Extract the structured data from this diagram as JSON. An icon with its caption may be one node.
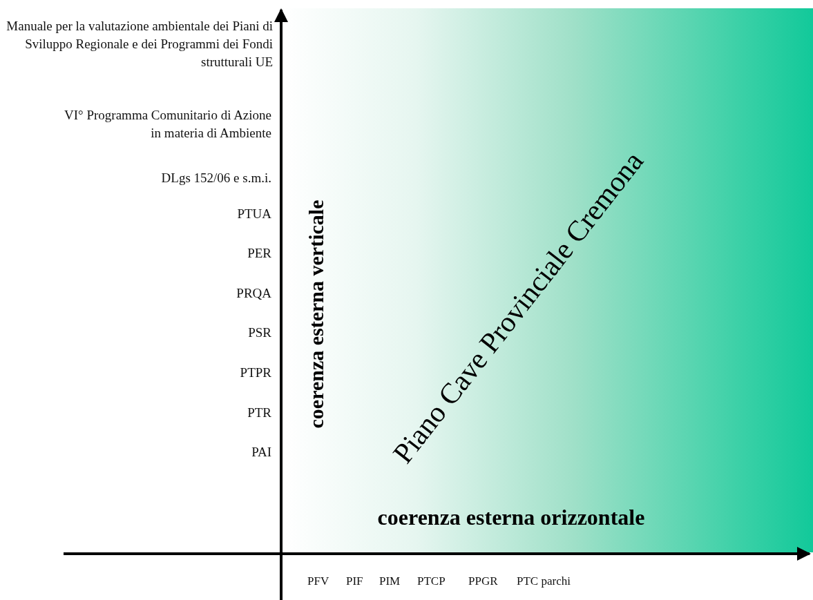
{
  "diagram": {
    "nodes": [
      {
        "text": [
          "coerenza esterna verticale",
          "Piano Cave Provinciale Cremona",
          "coerenza esterna orizzontale"
        ]
      }
    ],
    "edges": [],
    "labels": [
      "Manuale per la valutazione ambientale dei Piani di Sviluppo Regionale e dei Programmi dei Fondi strutturali UE",
      "VI° Programma Comunitario di Azione in materia di Ambiente",
      "DLgs 152/06 e s.m.i.",
      "PTUA",
      "PER",
      "PRQA",
      "PSR",
      "PTPR",
      "PTR",
      "PAI",
      "PFV",
      "PIF",
      "PIM",
      "PTCP",
      "PPGR",
      "PTC parchi"
    ]
  }
}
